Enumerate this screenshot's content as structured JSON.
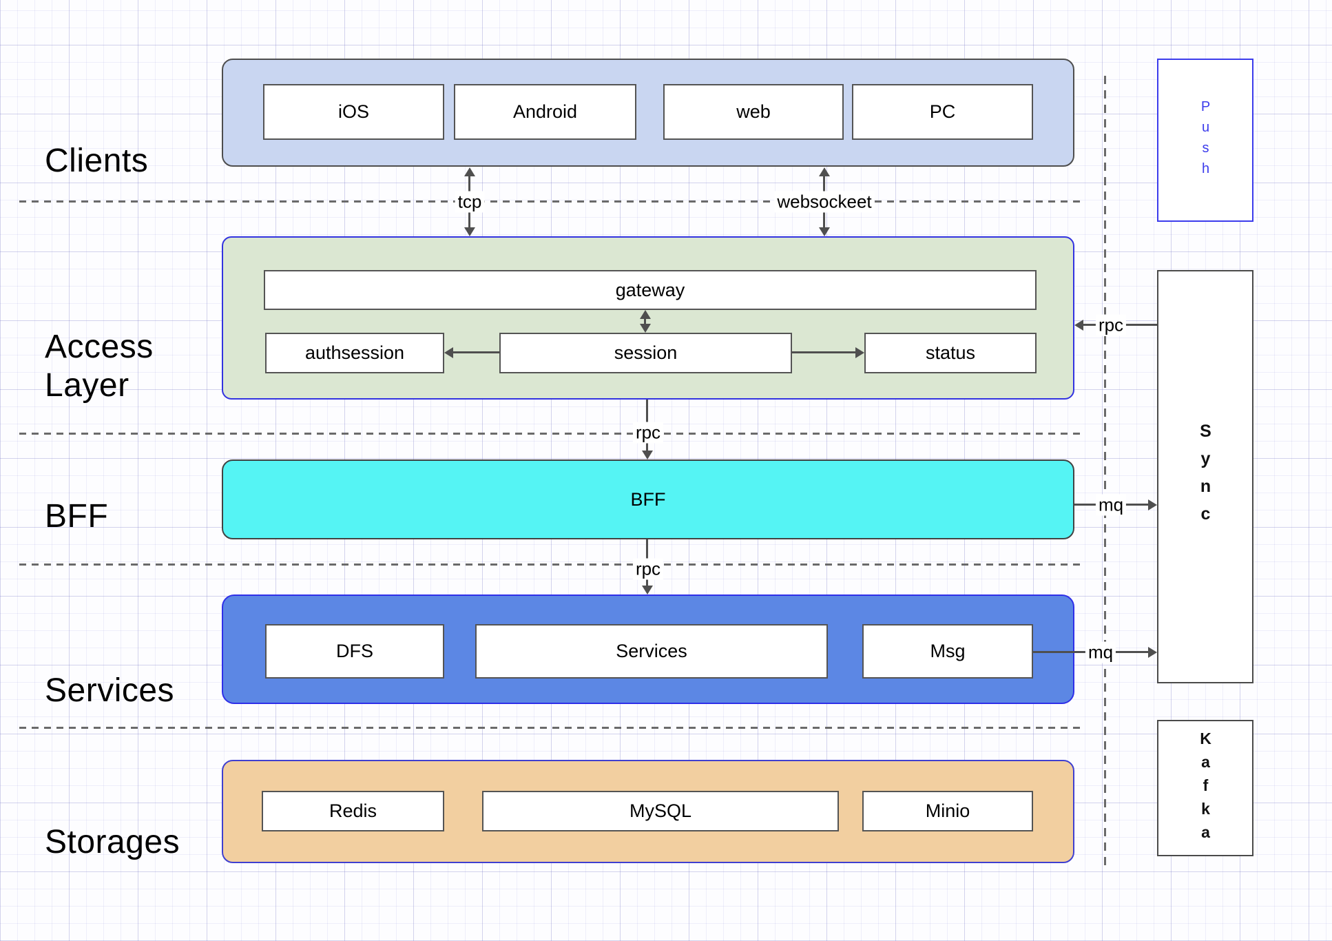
{
  "row_labels": {
    "clients": "Clients",
    "access": "Access Layer",
    "bff": "BFF",
    "services": "Services",
    "storages": "Storages"
  },
  "clients": {
    "ios": "iOS",
    "android": "Android",
    "web": "web",
    "pc": "PC"
  },
  "access": {
    "gateway": "gateway",
    "authsession": "authsession",
    "session": "session",
    "status": "status"
  },
  "bff": {
    "label": "BFF"
  },
  "services": {
    "dfs": "DFS",
    "services": "Services",
    "msg": "Msg"
  },
  "storages": {
    "redis": "Redis",
    "mysql": "MySQL",
    "minio": "Minio"
  },
  "side": {
    "push": "Push",
    "sync": "Sync",
    "kafka": "Kafka"
  },
  "edges": {
    "tcp": "tcp",
    "websocket": "websockeet",
    "rpc_access_bff": "rpc",
    "rpc_bff_services": "rpc",
    "rpc_sync_access": "rpc",
    "mq_bff_sync": "mq",
    "mq_services_sync": "mq"
  },
  "colors": {
    "clients_fill": "#c9d6f1",
    "access_fill": "#dbe7d2",
    "bff_fill": "#55f4f4",
    "services_fill": "#5c87e4",
    "storages_fill": "#f2cfa0",
    "blue_border": "#3232e0",
    "push_accent": "#3b3bec",
    "dark_border": "#4d4d4d",
    "connector": "#4f4f4f"
  }
}
